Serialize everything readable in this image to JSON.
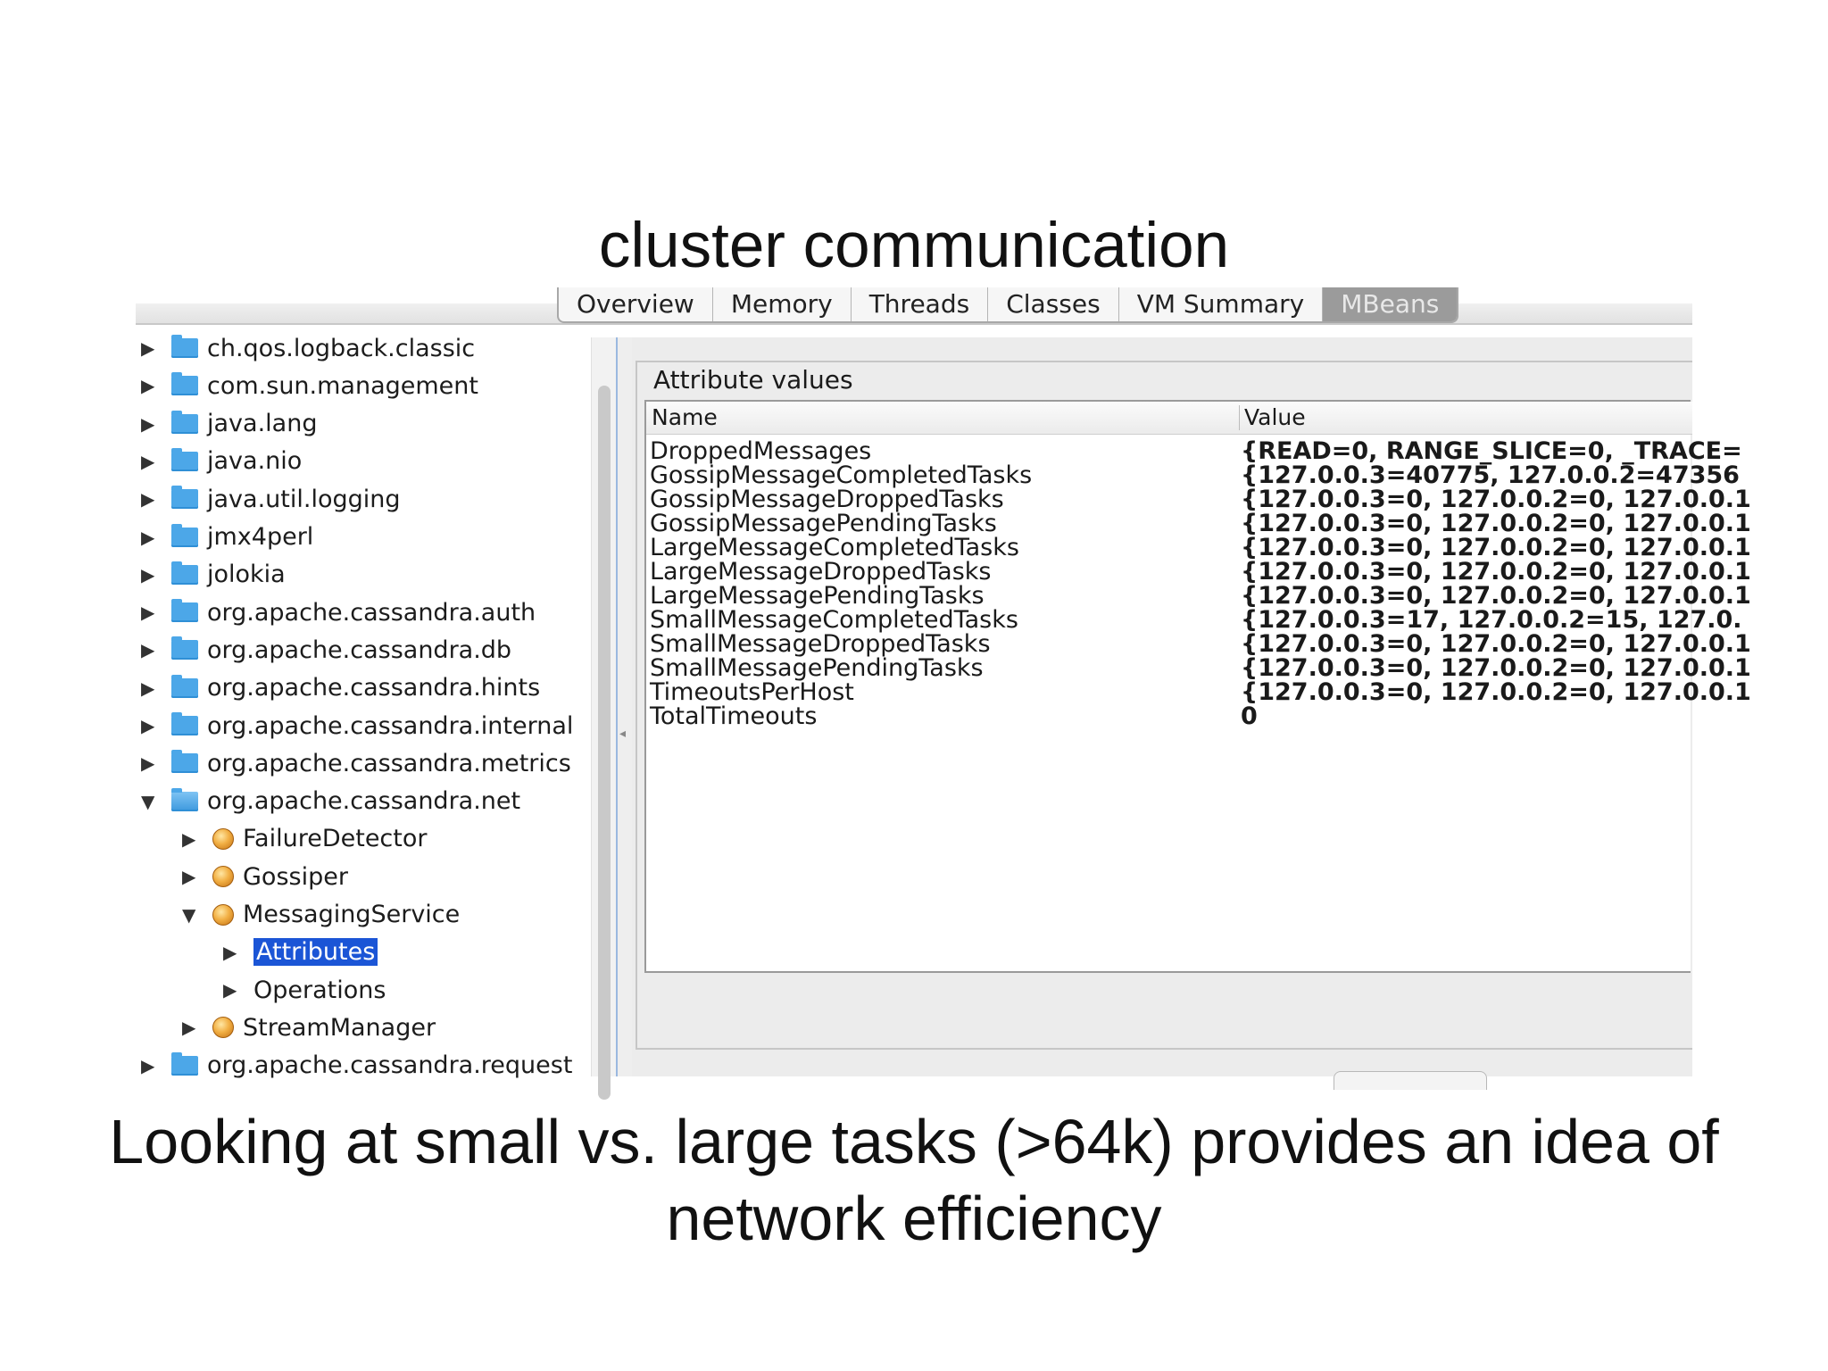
{
  "slide": {
    "title": "cluster communication",
    "caption": "Looking at small vs. large tasks (>64k) provides an idea of network efficiency"
  },
  "app": {
    "tabs": [
      {
        "label": "Overview",
        "active": false
      },
      {
        "label": "Memory",
        "active": false
      },
      {
        "label": "Threads",
        "active": false
      },
      {
        "label": "Classes",
        "active": false
      },
      {
        "label": "VM Summary",
        "active": false
      },
      {
        "label": "MBeans",
        "active": true
      }
    ],
    "tree": [
      {
        "label": "ch.qos.logback.classic",
        "icon": "folder-icon",
        "expanded": false,
        "selected": false
      },
      {
        "label": "com.sun.management",
        "icon": "folder-icon",
        "expanded": false,
        "selected": false
      },
      {
        "label": "java.lang",
        "icon": "folder-icon",
        "expanded": false,
        "selected": false
      },
      {
        "label": "java.nio",
        "icon": "folder-icon",
        "expanded": false,
        "selected": false
      },
      {
        "label": "java.util.logging",
        "icon": "folder-icon",
        "expanded": false,
        "selected": false
      },
      {
        "label": "jmx4perl",
        "icon": "folder-icon",
        "expanded": false,
        "selected": false
      },
      {
        "label": "jolokia",
        "icon": "folder-icon",
        "expanded": false,
        "selected": false
      },
      {
        "label": "org.apache.cassandra.auth",
        "icon": "folder-icon",
        "expanded": false,
        "selected": false
      },
      {
        "label": "org.apache.cassandra.db",
        "icon": "folder-icon",
        "expanded": false,
        "selected": false
      },
      {
        "label": "org.apache.cassandra.hints",
        "icon": "folder-icon",
        "expanded": false,
        "selected": false
      },
      {
        "label": "org.apache.cassandra.internal",
        "icon": "folder-icon",
        "expanded": false,
        "selected": false
      },
      {
        "label": "org.apache.cassandra.metrics",
        "icon": "folder-icon",
        "expanded": false,
        "selected": false
      },
      {
        "label": "org.apache.cassandra.net",
        "icon": "folder-open-icon",
        "expanded": true,
        "selected": false
      },
      {
        "label": "FailureDetector",
        "icon": "bean-icon",
        "expanded": false,
        "selected": false
      },
      {
        "label": "Gossiper",
        "icon": "bean-icon",
        "expanded": false,
        "selected": false
      },
      {
        "label": "MessagingService",
        "icon": "bean-icon",
        "expanded": true,
        "selected": false
      },
      {
        "label": "Attributes",
        "icon": "none",
        "expanded": false,
        "selected": true
      },
      {
        "label": "Operations",
        "icon": "none",
        "expanded": false,
        "selected": false
      },
      {
        "label": "StreamManager",
        "icon": "bean-icon",
        "expanded": false,
        "selected": false
      },
      {
        "label": "org.apache.cassandra.request",
        "icon": "folder-icon",
        "expanded": false,
        "selected": false
      }
    ],
    "attributes": {
      "legend": "Attribute values",
      "columns": {
        "name": "Name",
        "value": "Value"
      },
      "rows": [
        {
          "name": "DroppedMessages",
          "value": "{READ=0, RANGE_SLICE=0, _TRACE="
        },
        {
          "name": "GossipMessageCompletedTasks",
          "value": "{127.0.0.3=40775, 127.0.0.2=47356"
        },
        {
          "name": "GossipMessageDroppedTasks",
          "value": "{127.0.0.3=0, 127.0.0.2=0, 127.0.0.1"
        },
        {
          "name": "GossipMessagePendingTasks",
          "value": "{127.0.0.3=0, 127.0.0.2=0, 127.0.0.1"
        },
        {
          "name": "LargeMessageCompletedTasks",
          "value": "{127.0.0.3=0, 127.0.0.2=0, 127.0.0.1"
        },
        {
          "name": "LargeMessageDroppedTasks",
          "value": "{127.0.0.3=0, 127.0.0.2=0, 127.0.0.1"
        },
        {
          "name": "LargeMessagePendingTasks",
          "value": "{127.0.0.3=0, 127.0.0.2=0, 127.0.0.1"
        },
        {
          "name": "SmallMessageCompletedTasks",
          "value": "{127.0.0.3=17, 127.0.0.2=15, 127.0."
        },
        {
          "name": "SmallMessageDroppedTasks",
          "value": "{127.0.0.3=0, 127.0.0.2=0, 127.0.0.1"
        },
        {
          "name": "SmallMessagePendingTasks",
          "value": "{127.0.0.3=0, 127.0.0.2=0, 127.0.0.1"
        },
        {
          "name": "TimeoutsPerHost",
          "value": "{127.0.0.3=0, 127.0.0.2=0, 127.0.0.1"
        },
        {
          "name": "TotalTimeouts",
          "value": "0"
        }
      ]
    }
  }
}
